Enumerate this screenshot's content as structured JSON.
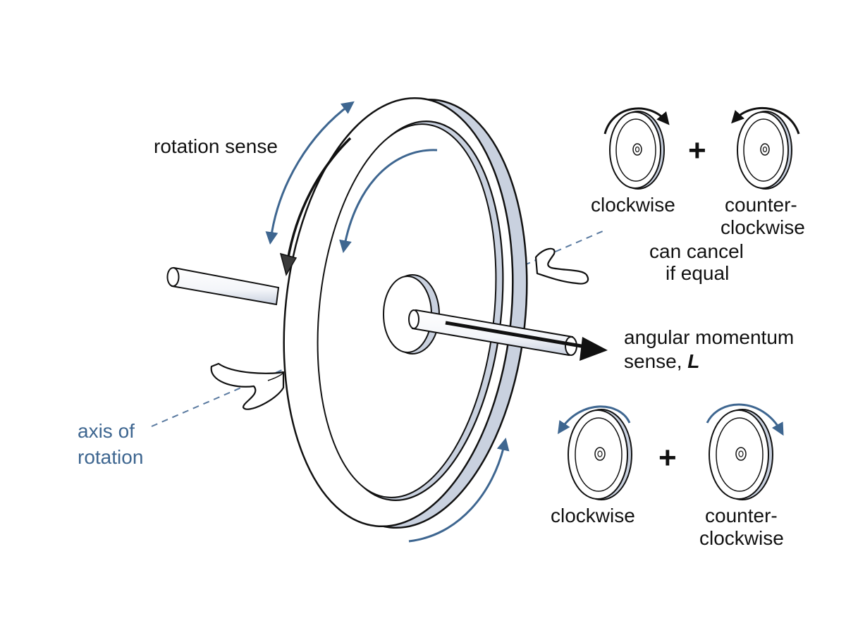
{
  "labels": {
    "rotation_sense": "rotation sense",
    "axis_line1": "axis of",
    "axis_line2": "rotation",
    "momentum_line1": "angular momentum",
    "momentum_line2_prefix": "sense, ",
    "momentum_symbol": "L"
  },
  "top_pair": {
    "left_label": "clockwise",
    "plus": "+",
    "right_label_line1": "counter-",
    "right_label_line2": "clockwise",
    "note_line1": "can cancel",
    "note_line2": "if equal"
  },
  "bottom_pair": {
    "left_label": "clockwise",
    "plus": "+",
    "right_label_line1": "counter-",
    "right_label_line2": "clockwise"
  },
  "colors": {
    "arrow_blue": "#3e6690",
    "outline": "#111111",
    "shade": "#c9d1df",
    "dashed_axis": "#5a7aa0"
  }
}
